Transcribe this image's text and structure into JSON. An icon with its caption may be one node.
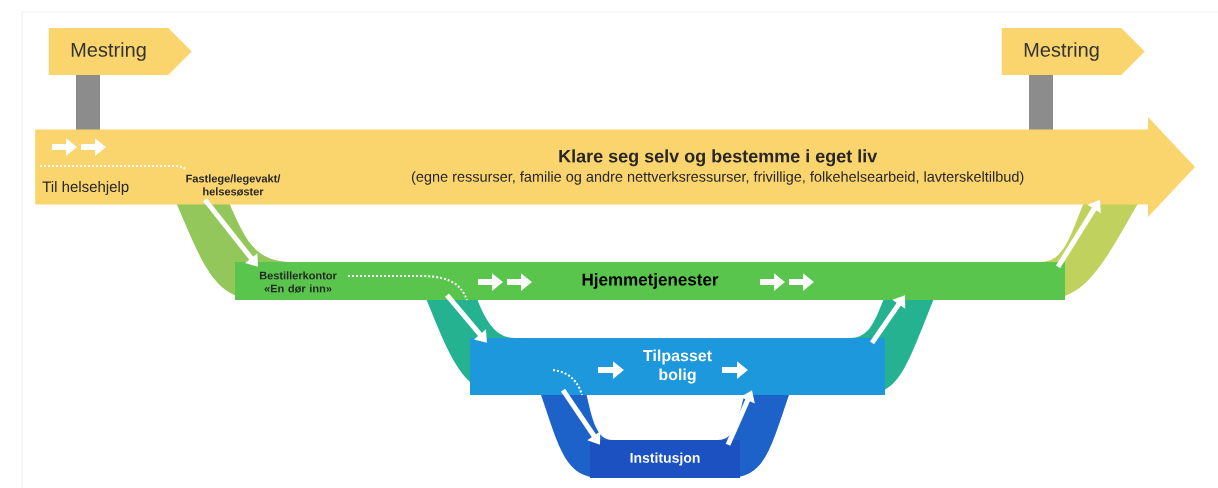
{
  "diagram": {
    "nodes": [
      {
        "text": [
          "Mestring"
        ]
      },
      {
        "text": [
          "Mestring"
        ]
      },
      {
        "text": [
          "Klare seg selv og bestemme i eget liv",
          "(egne ressurser, familie og andre nettverksressurser, frivillige, folkehelsearbeid, lavterskeltilbud)"
        ]
      },
      {
        "text": [
          "Hjemmetjenester"
        ]
      },
      {
        "text": [
          "Tilpasset bolig"
        ]
      },
      {
        "text": [
          "Institusjon"
        ]
      }
    ],
    "edges": [
      {
        "from": 2,
        "to": 3,
        "arrow": "to"
      },
      {
        "from": 3,
        "to": 4,
        "arrow": "to"
      },
      {
        "from": 4,
        "to": 5,
        "arrow": "to"
      },
      {
        "from": 5,
        "to": 4,
        "arrow": "to"
      },
      {
        "from": 4,
        "to": 3,
        "arrow": "to"
      },
      {
        "from": 3,
        "to": 2,
        "arrow": "to"
      }
    ],
    "labels": [
      "Til helsehjelp",
      "Fastlege/legevakt/ helsesøster",
      "Bestillerkontor «En dør inn»"
    ]
  }
}
